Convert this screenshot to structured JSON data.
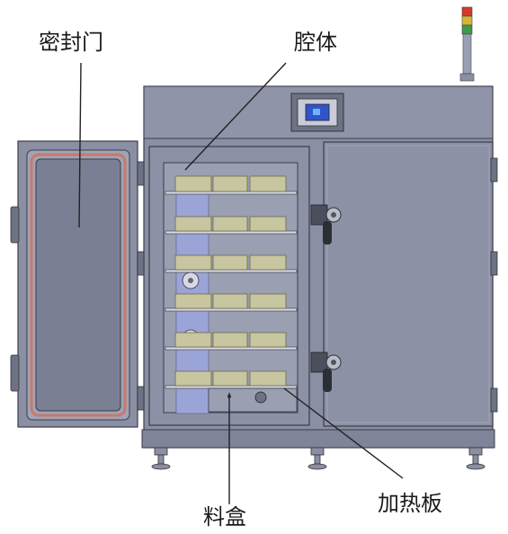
{
  "labels": {
    "seal_door": "密封门",
    "chamber": "腔体",
    "material_box": "料盒",
    "heating_plate": "加热板"
  },
  "colors": {
    "body": "#8a8fa4",
    "body_dark": "#5d6173",
    "door_panel": "#7b7f94",
    "tray": "#c8c6a0",
    "tray_edge": "#6e6a45",
    "seal": "#c77a6a",
    "screen": "#2f55c9",
    "lamp_red": "#d23a2a",
    "lamp_yellow": "#d8b43a",
    "lamp_green": "#3f9a4a",
    "line": "#222222"
  }
}
